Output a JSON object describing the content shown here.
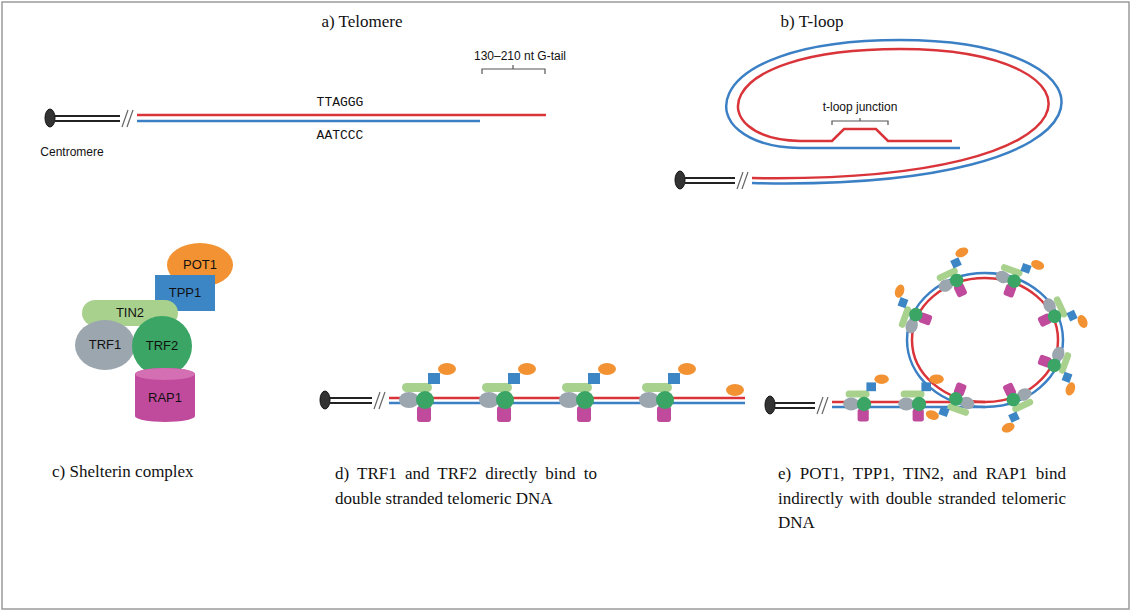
{
  "diagram": {
    "nodes": [
      {
        "text": [
          "POT1"
        ]
      },
      {
        "text": [
          "TPP1"
        ]
      },
      {
        "text": [
          "TIN2"
        ]
      },
      {
        "text": [
          "TRF1"
        ]
      },
      {
        "text": [
          "TRF2"
        ]
      },
      {
        "text": [
          "RAP1"
        ]
      }
    ],
    "labels": [
      "a) Telomere",
      "b) T-loop",
      "130–210 nt G-tail",
      "TTAGGG",
      "AATCCC",
      "Centromere",
      "t-loop junction",
      "c) Shelterin complex",
      "d) TRF1 and TRF2 directly bind to double stranded telomeric DNA",
      "e) POT1, TPP1, TIN2, and RAP1 bind indirectly with double stranded telomeric DNA"
    ]
  }
}
